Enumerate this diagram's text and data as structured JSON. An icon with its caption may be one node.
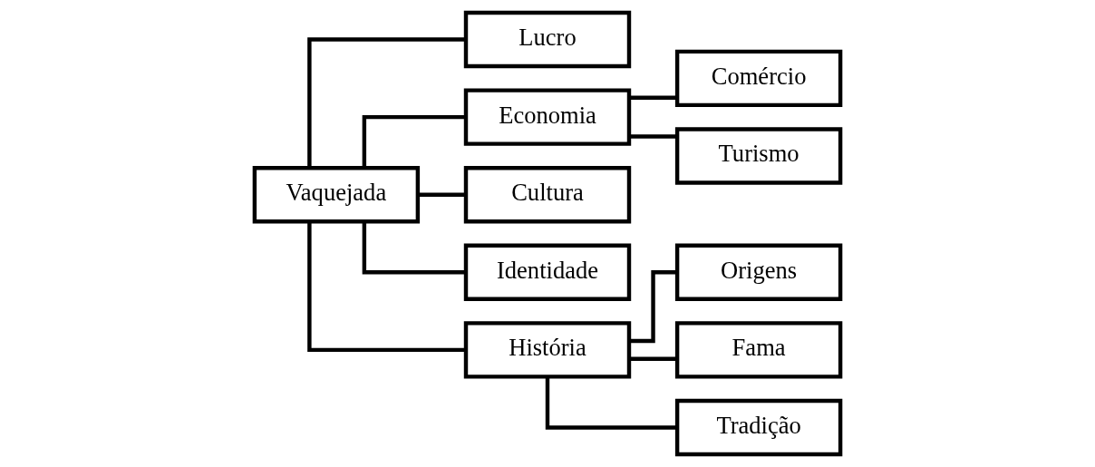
{
  "diagram": {
    "nodes": [
      {
        "text": [
          "Vaquejada"
        ]
      },
      {
        "text": [
          "Lucro"
        ]
      },
      {
        "text": [
          "Economia"
        ]
      },
      {
        "text": [
          "Comércio"
        ]
      },
      {
        "text": [
          "Turismo"
        ]
      },
      {
        "text": [
          "Cultura"
        ]
      },
      {
        "text": [
          "Identidade"
        ]
      },
      {
        "text": [
          "História"
        ]
      },
      {
        "text": [
          "Origens"
        ]
      },
      {
        "text": [
          "Fama"
        ]
      },
      {
        "text": [
          "Tradição"
        ]
      }
    ],
    "edges": [
      {
        "from": 0,
        "to": 1,
        "arrow": "none"
      },
      {
        "from": 0,
        "to": 2,
        "arrow": "none"
      },
      {
        "from": 0,
        "to": 5,
        "arrow": "none"
      },
      {
        "from": 0,
        "to": 6,
        "arrow": "none"
      },
      {
        "from": 0,
        "to": 7,
        "arrow": "none"
      },
      {
        "from": 2,
        "to": 3,
        "arrow": "none"
      },
      {
        "from": 2,
        "to": 4,
        "arrow": "none"
      },
      {
        "from": 7,
        "to": 8,
        "arrow": "none"
      },
      {
        "from": 7,
        "to": 9,
        "arrow": "none"
      },
      {
        "from": 7,
        "to": 10,
        "arrow": "none"
      }
    ]
  }
}
